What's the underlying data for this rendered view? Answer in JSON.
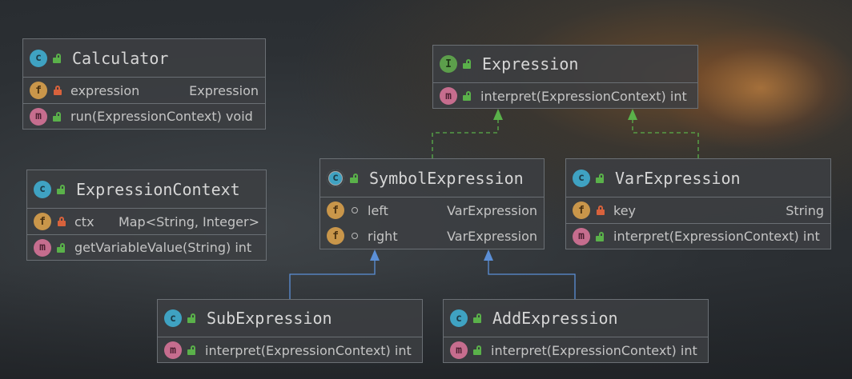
{
  "classes": {
    "calculator": {
      "name": "Calculator",
      "kind_icon": "class-icon",
      "fields": [
        {
          "name": "expression",
          "type": "Expression"
        }
      ],
      "methods": [
        {
          "signature": "run(ExpressionContext) void"
        }
      ]
    },
    "expression_context": {
      "name": "ExpressionContext",
      "kind_icon": "class-icon",
      "fields": [
        {
          "name": "ctx",
          "type": "Map<String, Integer>"
        }
      ],
      "methods": [
        {
          "signature": "getVariableValue(String) int"
        }
      ]
    },
    "expression": {
      "name": "Expression",
      "kind_icon": "interface-icon",
      "methods": [
        {
          "signature": "interpret(ExpressionContext) int"
        }
      ]
    },
    "symbol_expression": {
      "name": "SymbolExpression",
      "kind_icon": "abstract-class-icon",
      "fields": [
        {
          "name": "left",
          "type": "VarExpression"
        },
        {
          "name": "right",
          "type": "VarExpression"
        }
      ]
    },
    "var_expression": {
      "name": "VarExpression",
      "kind_icon": "class-icon",
      "fields": [
        {
          "name": "key",
          "type": "String"
        }
      ],
      "methods": [
        {
          "signature": "interpret(ExpressionContext) int"
        }
      ]
    },
    "sub_expression": {
      "name": "SubExpression",
      "kind_icon": "class-icon",
      "methods": [
        {
          "signature": "interpret(ExpressionContext) int"
        }
      ]
    },
    "add_expression": {
      "name": "AddExpression",
      "kind_icon": "class-icon",
      "methods": [
        {
          "signature": "interpret(ExpressionContext) int"
        }
      ]
    }
  },
  "badges": {
    "class": "c",
    "interface": "I",
    "field": "f",
    "method": "m"
  },
  "relations": [
    {
      "from": "SymbolExpression",
      "to": "Expression",
      "kind": "realization"
    },
    {
      "from": "VarExpression",
      "to": "Expression",
      "kind": "realization"
    },
    {
      "from": "SubExpression",
      "to": "SymbolExpression",
      "kind": "generalization"
    },
    {
      "from": "AddExpression",
      "to": "SymbolExpression",
      "kind": "generalization"
    }
  ],
  "colors": {
    "realization": "#5ab14a",
    "generalization": "#5b8fd6",
    "class_badge": "#3fa2c2",
    "interface_badge": "#5c9e4b",
    "field_badge": "#c9964a",
    "method_badge": "#c66d8e"
  }
}
